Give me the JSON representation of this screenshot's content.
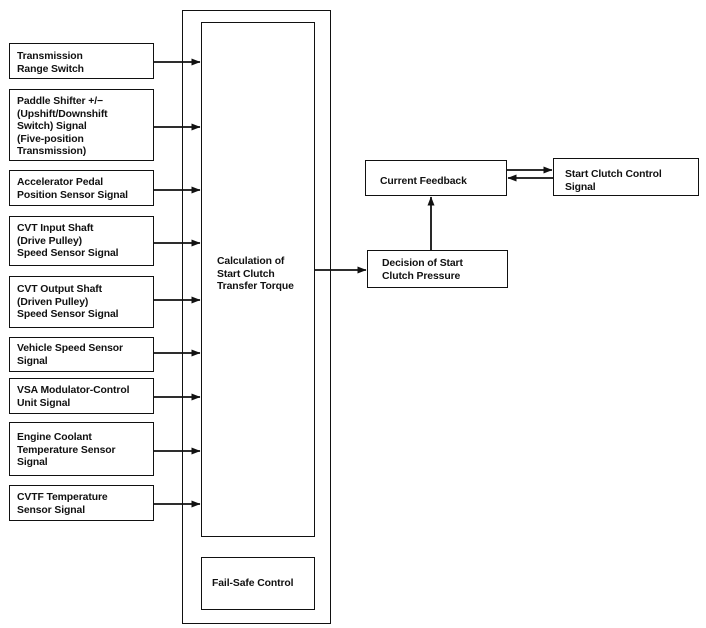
{
  "inputs": [
    {
      "label": "Transmission\nRange Switch"
    },
    {
      "label": "Paddle Shifter +/−\n(Upshift/Downshift\nSwitch) Signal\n(Five-position\nTransmission)"
    },
    {
      "label": "Accelerator Pedal\nPosition Sensor Signal"
    },
    {
      "label": "CVT Input Shaft\n(Drive Pulley)\nSpeed Sensor Signal"
    },
    {
      "label": "CVT Output Shaft\n(Driven Pulley)\nSpeed Sensor Signal"
    },
    {
      "label": "Vehicle Speed Sensor\nSignal"
    },
    {
      "label": "VSA Modulator-Control\nUnit Signal"
    },
    {
      "label": "Engine Coolant\nTemperature Sensor\nSignal"
    },
    {
      "label": "CVTF Temperature\nSensor Signal"
    }
  ],
  "calculation": {
    "label": "Calculation of\nStart Clutch\nTransfer Torque"
  },
  "failsafe": {
    "label": "Fail-Safe Control"
  },
  "decision": {
    "label": "Decision of Start\nClutch Pressure"
  },
  "feedback": {
    "label": "Current Feedback"
  },
  "control_signal": {
    "label": "Start Clutch Control\nSignal"
  }
}
